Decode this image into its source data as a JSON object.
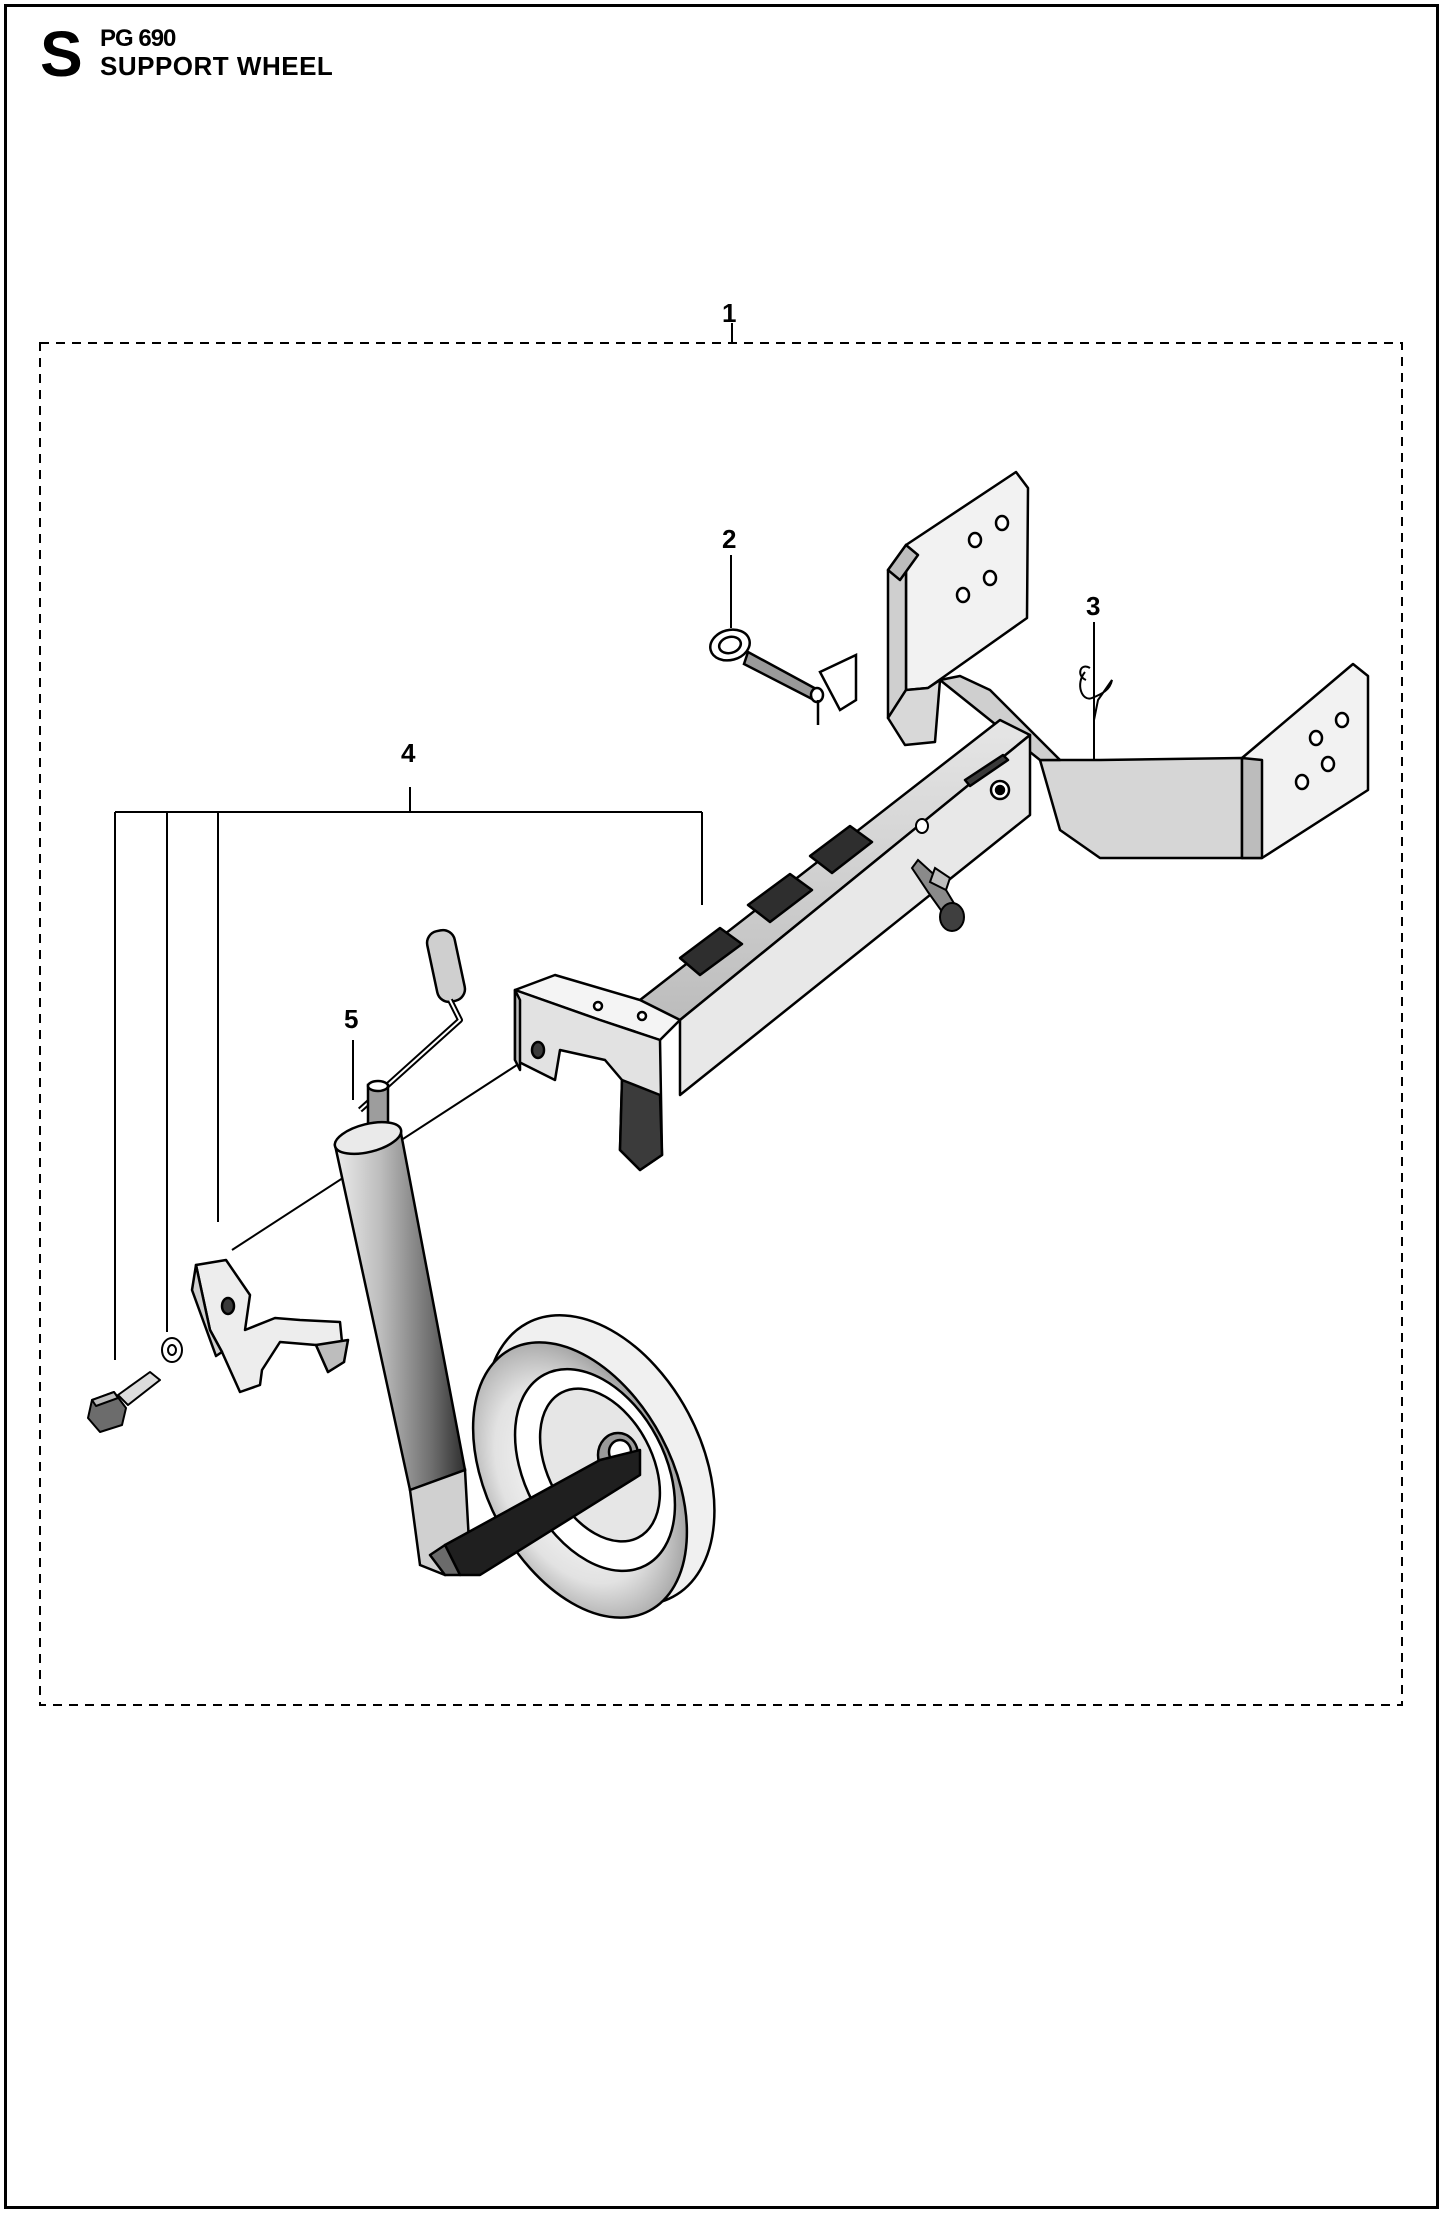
{
  "header": {
    "section_letter": "S",
    "model": "PG 690",
    "title": "SUPPORT WHEEL"
  },
  "callouts": [
    {
      "label": "1",
      "part": "support-wheel-assembly"
    },
    {
      "label": "2",
      "part": "ring-pin"
    },
    {
      "label": "3",
      "part": "hair-pin-clip"
    },
    {
      "label": "4",
      "part": "fastener-kit"
    },
    {
      "label": "5",
      "part": "jockey-wheel"
    }
  ],
  "colors": {
    "line": "#000000",
    "background": "#ffffff",
    "shade_dark": "#3a3a3a",
    "shade_mid": "#8a8a8a",
    "shade_light": "#d4d4d4"
  }
}
